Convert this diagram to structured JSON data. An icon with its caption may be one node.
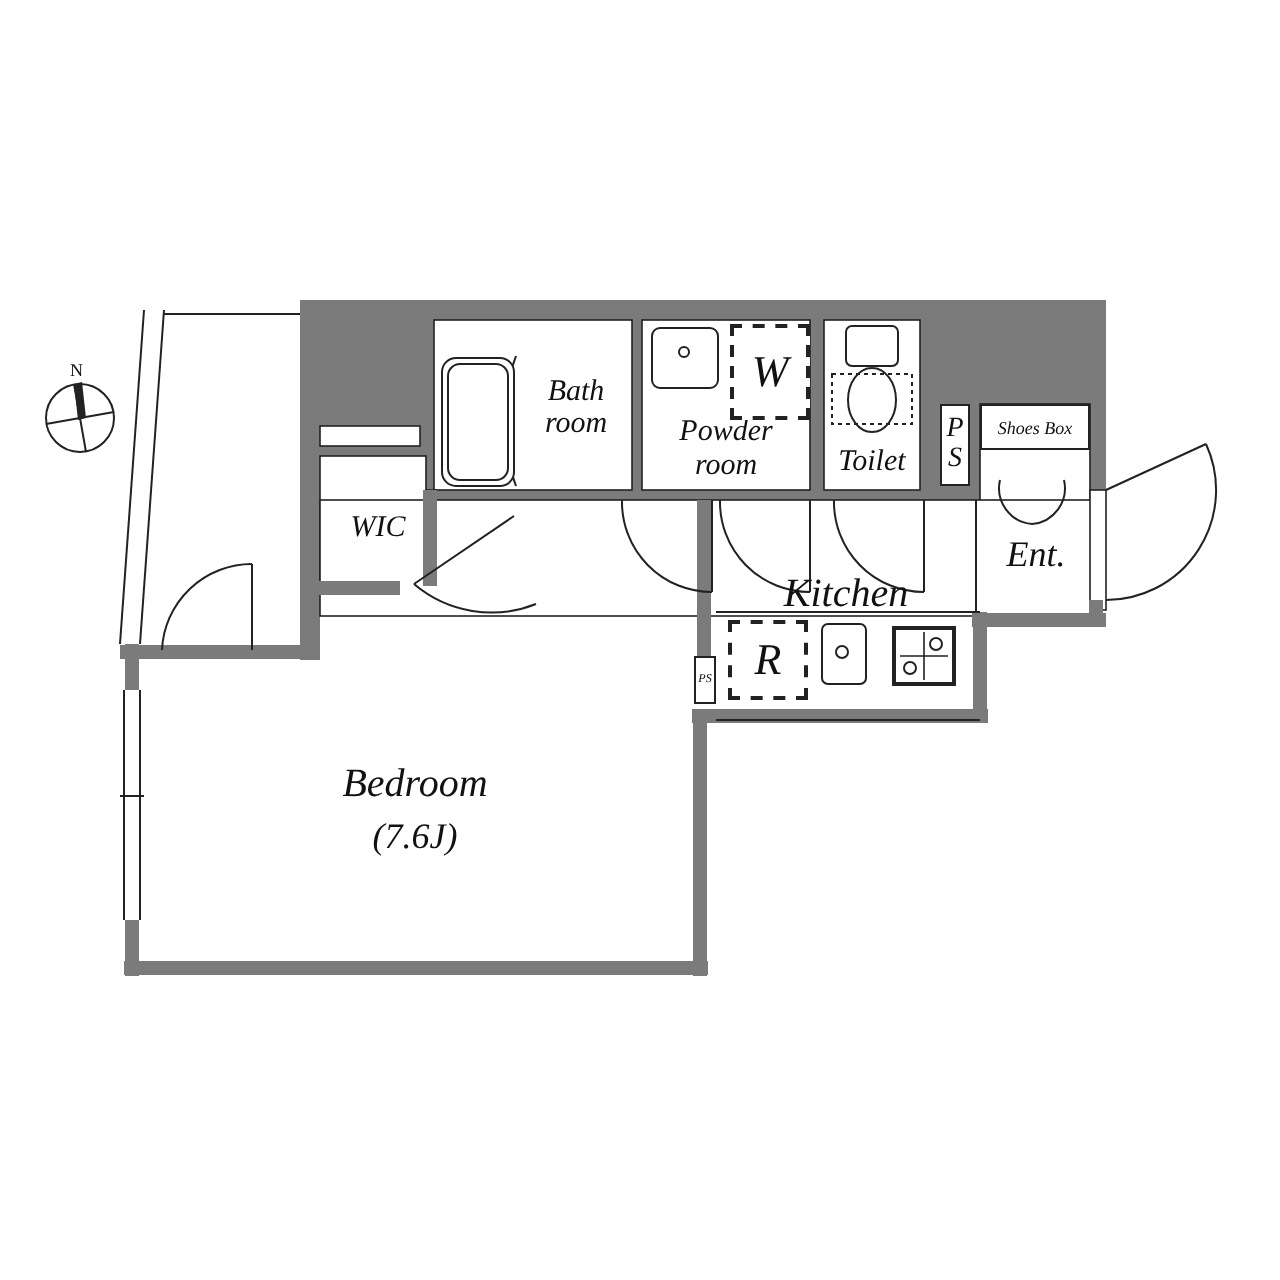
{
  "diagram": {
    "nodes": [
      {
        "text": [
          "Bath room"
        ]
      },
      {
        "text": [
          "Powder room"
        ]
      },
      {
        "text": [
          "W"
        ],
        "in": 1
      },
      {
        "text": [
          "Toilet"
        ]
      },
      {
        "text": [
          "PS"
        ]
      },
      {
        "text": [
          "Shoes Box"
        ]
      },
      {
        "text": [
          "WIC"
        ]
      },
      {
        "text": [
          "Ent."
        ]
      },
      {
        "text": [
          "Kitchen"
        ]
      },
      {
        "text": [
          "R"
        ],
        "in": 8
      },
      {
        "text": [
          "PS"
        ]
      },
      {
        "text": [
          "Bedroom",
          "(7.6J)"
        ]
      }
    ],
    "labels": [
      "N"
    ]
  }
}
